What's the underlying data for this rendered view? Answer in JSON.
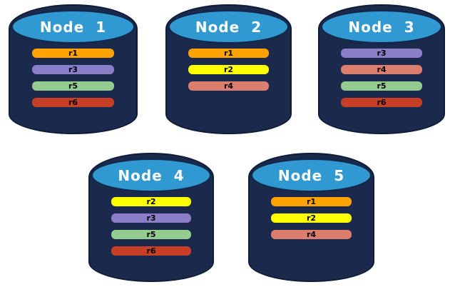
{
  "colors": {
    "cylinder_body": "#1b2a4c",
    "cylinder_outline": "#0d1c38",
    "cylinder_top": "#3199d2",
    "cylinder_top_outline": "#14284a",
    "replicas": {
      "r1": "#ffa303",
      "r2": "#ffff00",
      "r3": "#8b7ec8",
      "r4": "#db7e6d",
      "r5": "#94cc8f",
      "r6": "#c63f26"
    }
  },
  "nodes": [
    {
      "label": "Node 1",
      "replicas": [
        "r1",
        "r3",
        "r5",
        "r6"
      ]
    },
    {
      "label": "Node 2",
      "replicas": [
        "r1",
        "r2",
        "r4"
      ]
    },
    {
      "label": "Node 3",
      "replicas": [
        "r3",
        "r4",
        "r5",
        "r6"
      ]
    },
    {
      "label": "Node 4",
      "replicas": [
        "r2",
        "r3",
        "r5",
        "r6"
      ]
    },
    {
      "label": "Node 5",
      "replicas": [
        "r1",
        "r2",
        "r4"
      ]
    }
  ]
}
